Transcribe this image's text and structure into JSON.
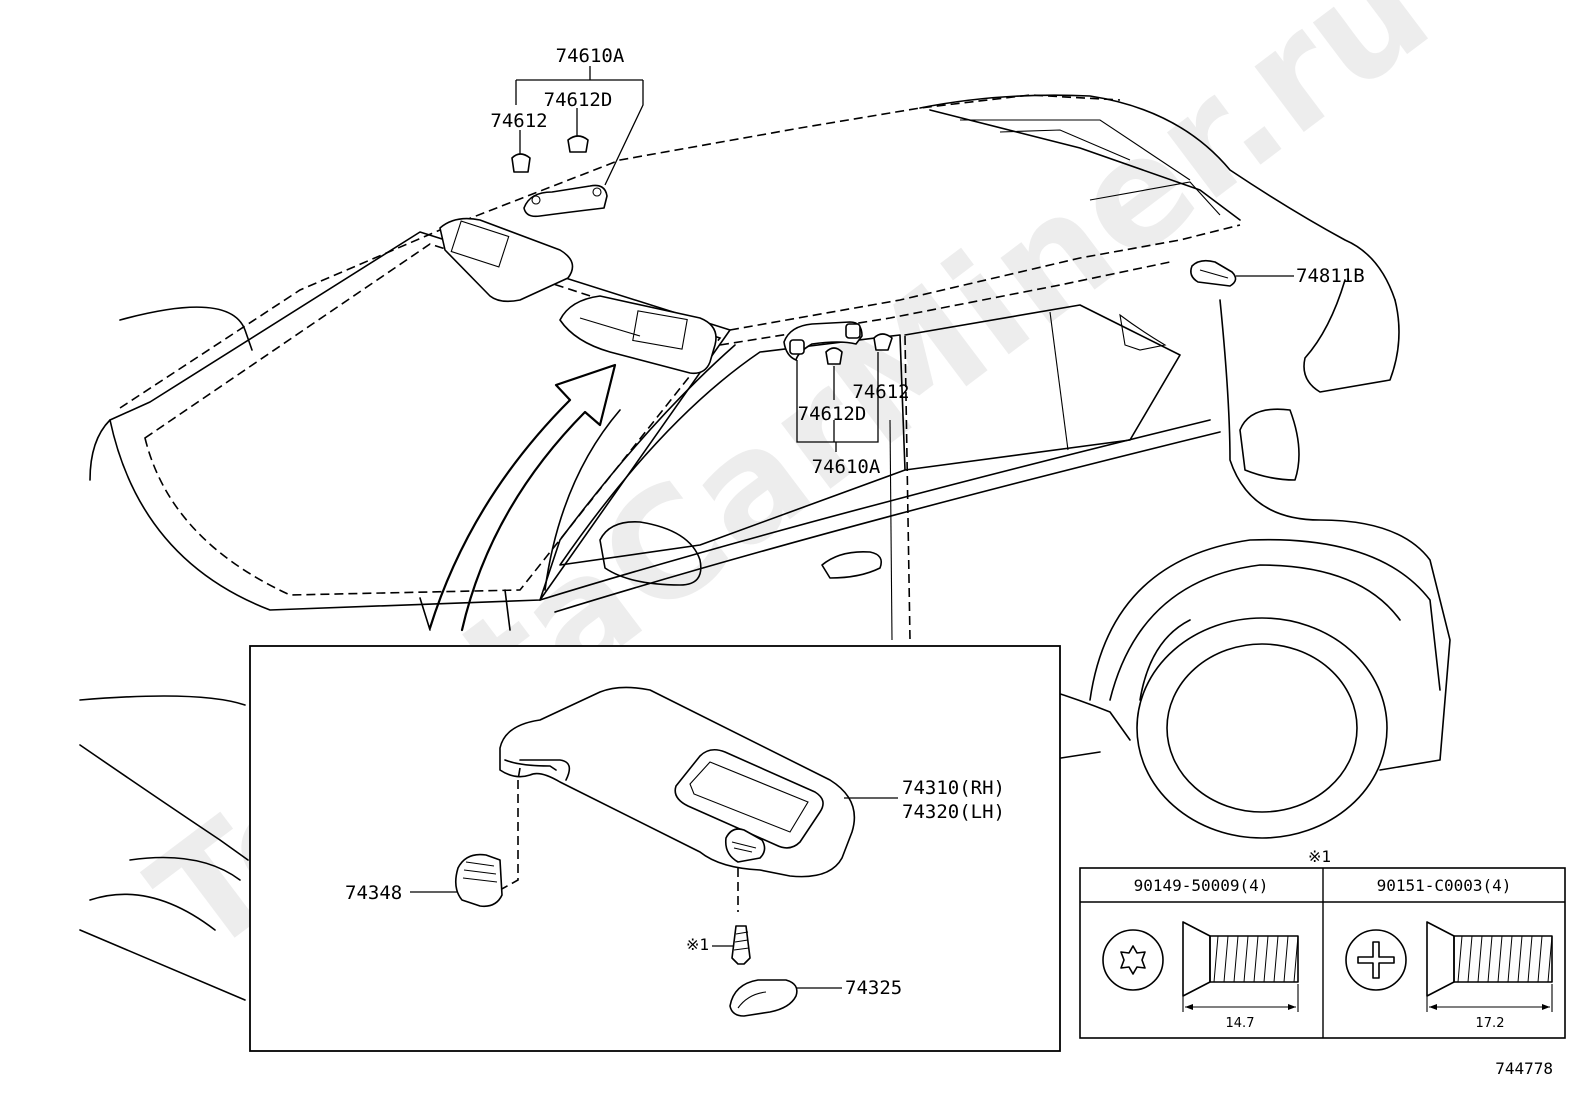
{
  "watermark": "ToyotaCarMiner.ru",
  "labels": {
    "top_group": "74610A",
    "top_d": "74612D",
    "top_plain": "74612",
    "rear_assist": "74811B",
    "mid_plain": "74612",
    "mid_d": "74612D",
    "mid_group": "74610A",
    "visor_rh": "74310(RH)",
    "visor_lh": "74320(LH)",
    "holder": "74348",
    "screw_ref": "※1",
    "cover": "74325"
  },
  "fastener_table": {
    "ref_mark": "※1",
    "columns": [
      {
        "part_no": "90149-50009(4)",
        "head": "torx-head-icon",
        "length": "14.7"
      },
      {
        "part_no": "90151-C0003(4)",
        "head": "phillips-head-icon",
        "length": "17.2"
      }
    ]
  },
  "diagram_code": "744778"
}
